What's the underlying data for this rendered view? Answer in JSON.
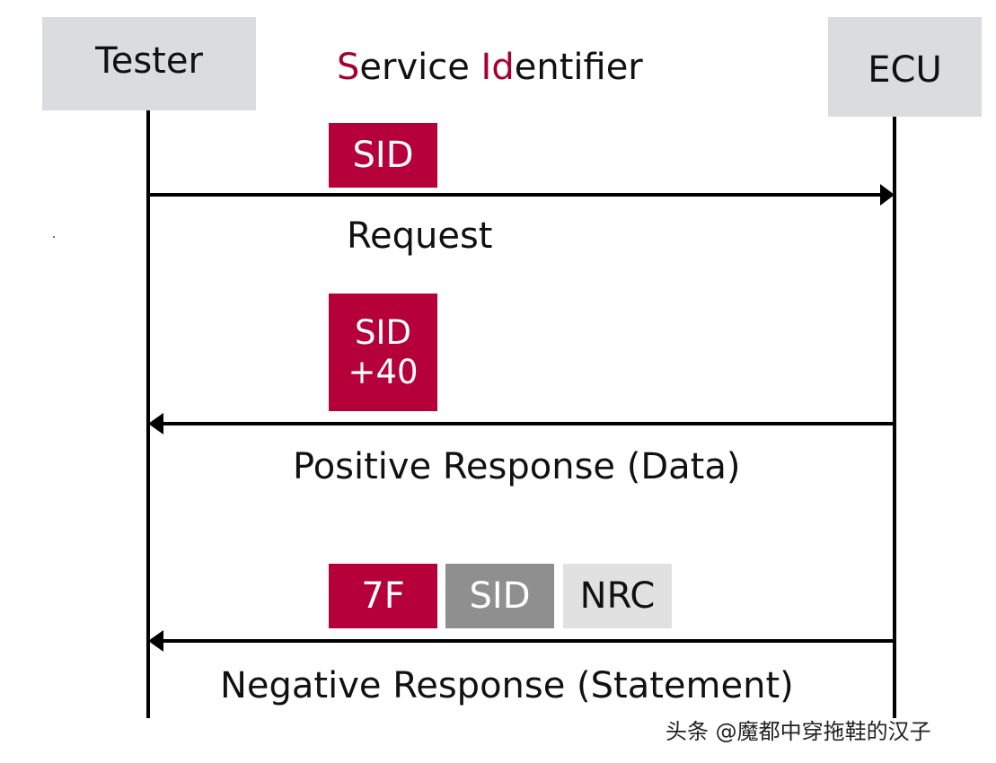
{
  "title": {
    "part1_highlight": "S",
    "part1_rest": "ervice ",
    "part2_highlight": "Id",
    "part2_rest": "entifier"
  },
  "actors": {
    "tester": "Tester",
    "ecu": "ECU"
  },
  "request": {
    "blocks": [
      "SID"
    ],
    "label": "Request"
  },
  "positive_response": {
    "blocks": [
      "SID\n+40"
    ],
    "label": "Positive Response (Data)"
  },
  "negative_response": {
    "blocks": [
      "7F",
      "SID",
      "NRC"
    ],
    "label": "Negative Response (Statement)"
  },
  "watermark": "头条 @魔都中穿拖鞋的汉子",
  "colors": {
    "accent_red": "#b5003a",
    "title_highlight": "#a50034",
    "actor_box": "#dadcde",
    "block_gray": "#8f8f8f",
    "block_light_gray": "#e1e1e1"
  }
}
